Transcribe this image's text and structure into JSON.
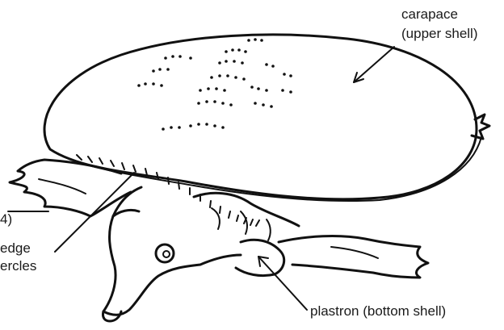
{
  "labels": {
    "carapace_line1": "carapace",
    "carapace_line2": "(upper shell)",
    "partial_line1": "4)",
    "partial_line2": "edge",
    "partial_line3": "ercles",
    "plastron": "plastron (bottom shell)"
  },
  "colors": {
    "ink": "#111111",
    "background": "#ffffff"
  }
}
